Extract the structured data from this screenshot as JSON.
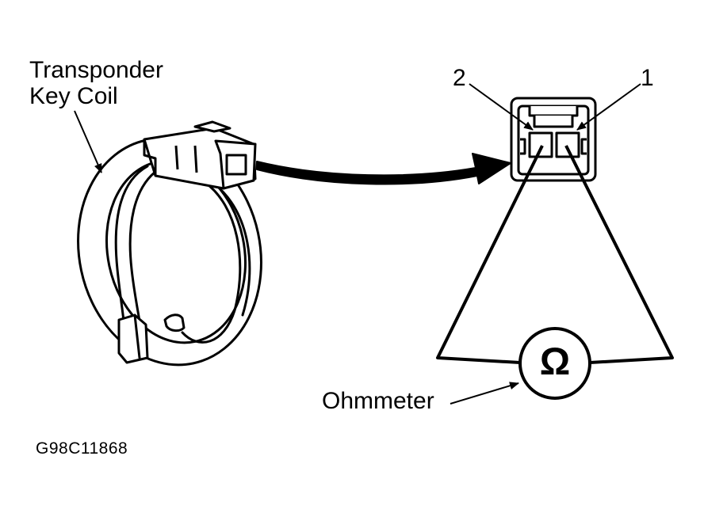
{
  "labels": {
    "coil_line1": "Transponder",
    "coil_line2": "Key Coil",
    "pin_2": "2",
    "pin_1": "1",
    "meter_symbol": "Ω",
    "meter_label": "Ohmmeter",
    "figure_code": "G98C11868"
  }
}
